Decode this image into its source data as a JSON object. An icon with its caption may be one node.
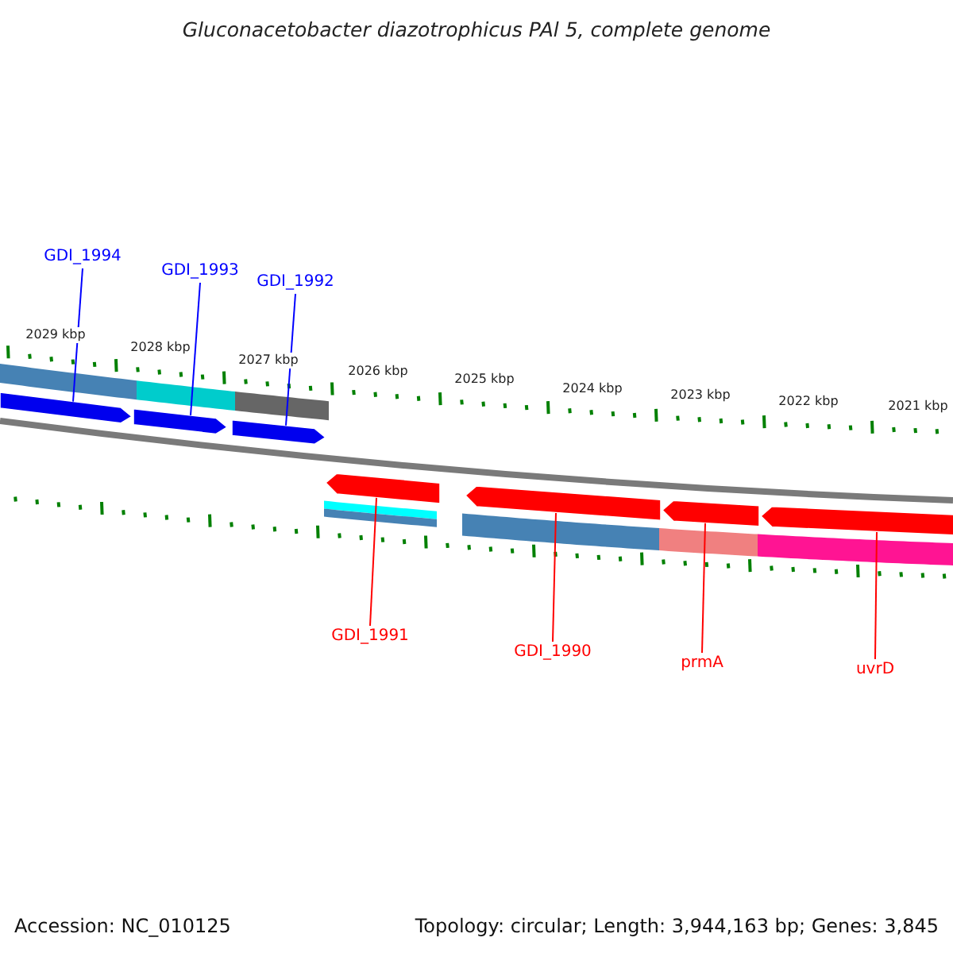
{
  "diagram": {
    "title": "Gluconacetobacter diazotrophicus PAl 5, complete genome",
    "nodes": [
      {
        "text": [
          "GDI_1994"
        ]
      },
      {
        "text": [
          "GDI_1993"
        ]
      },
      {
        "text": [
          "GDI_1992"
        ]
      },
      {
        "text": [
          "GDI_1991"
        ]
      },
      {
        "text": [
          "GDI_1990"
        ]
      },
      {
        "text": [
          "prmA"
        ]
      },
      {
        "text": [
          "uvrD"
        ]
      },
      {
        "text": [],
        "shape": "bar"
      },
      {
        "text": [],
        "shape": "bar"
      },
      {
        "text": [],
        "shape": "bar"
      },
      {
        "text": [],
        "shape": "bar"
      },
      {
        "text": [],
        "shape": "bar"
      },
      {
        "text": [],
        "shape": "bar"
      },
      {
        "text": [],
        "shape": "bar"
      }
    ],
    "edges": [
      {
        "from": 0,
        "to": 7,
        "arrow": "none",
        "color": "#0000ff"
      },
      {
        "from": 1,
        "to": 8,
        "arrow": "none",
        "color": "#0000ff"
      },
      {
        "from": 2,
        "to": 9,
        "arrow": "none",
        "color": "#0000ff"
      },
      {
        "from": 3,
        "to": 10,
        "arrow": "none"
      },
      {
        "from": 4,
        "to": 11,
        "arrow": "none"
      },
      {
        "from": 5,
        "to": 12,
        "arrow": "none"
      },
      {
        "from": 6,
        "to": 13,
        "arrow": "none"
      }
    ],
    "labels": [
      "2029 kbp",
      "2028 kbp",
      "2027 kbp",
      "2026 kbp",
      "2025 kbp",
      "2024 kbp",
      "2023 kbp",
      "2022 kbp",
      "2021 kbp",
      "Accession: NC_010125",
      "Topology: circular; Length: 3,944,163 bp; Genes: 3,845"
    ]
  }
}
